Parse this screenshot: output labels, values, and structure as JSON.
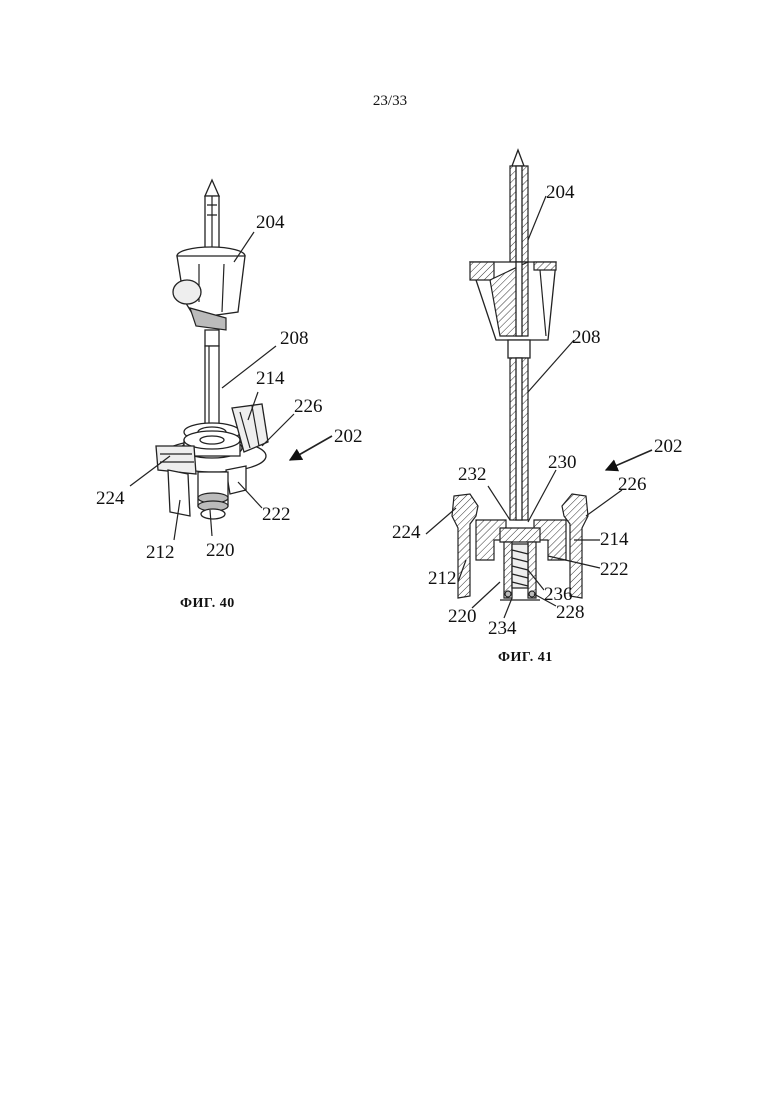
{
  "sheet": {
    "page_number": "23/33"
  },
  "figure_40": {
    "caption": "ФИГ. 40",
    "labels": {
      "l204": "204",
      "l208": "208",
      "l214": "214",
      "l226": "226",
      "l202": "202",
      "l224": "224",
      "l222": "222",
      "l212": "212",
      "l220": "220"
    }
  },
  "figure_41": {
    "caption": "ФИГ. 41",
    "labels": {
      "l204": "204",
      "l208": "208",
      "l202": "202",
      "l232": "232",
      "l230": "230",
      "l226": "226",
      "l224": "224",
      "l214": "214",
      "l212": "212",
      "l222": "222",
      "l236": "236",
      "l220": "220",
      "l234": "234",
      "l228": "228"
    }
  }
}
